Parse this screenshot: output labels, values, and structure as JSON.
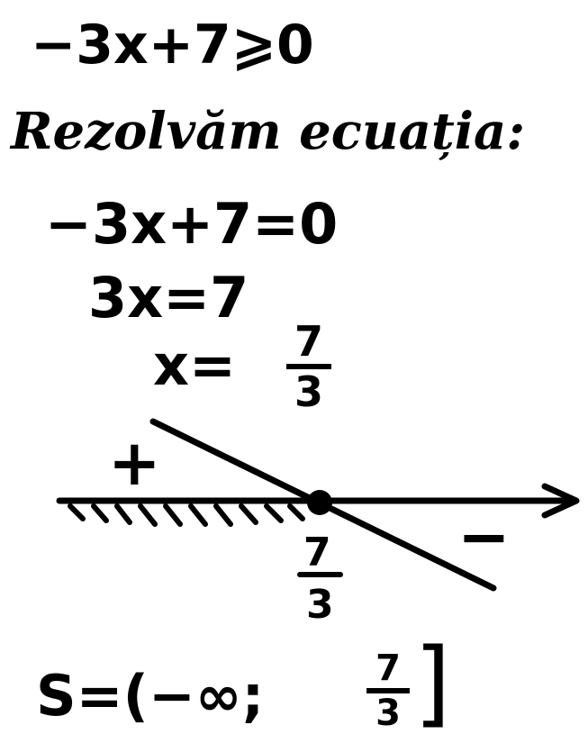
{
  "lines": {
    "inequality": "−3x+7⩾0",
    "heading": "Rezolvăm ecuația:",
    "equation": "−3x+7=0",
    "step1": "3x=7",
    "step2_lhs": "x=",
    "step2_num": "7",
    "step2_den": "3"
  },
  "diagram": {
    "plus_sign": "+",
    "minus_sign": "−",
    "root_num": "7",
    "root_den": "3"
  },
  "solution": {
    "lhs": "S=(−∞;",
    "num": "7",
    "den": "3",
    "close": "]"
  },
  "colors": {
    "ink": "#000000",
    "paper": "#ffffff"
  }
}
